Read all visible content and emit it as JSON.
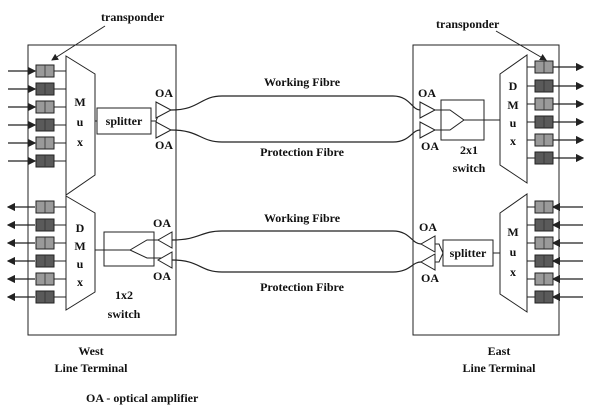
{
  "colors": {
    "background": "#ffffff",
    "line": "#222222",
    "transponder_fill": "#9a9a9a",
    "transponder_dark": "#5a5a5a"
  },
  "top_left_transponder_label": "transponder",
  "top_right_transponder_label": "transponder",
  "oa_label": "OA",
  "mux_letters": [
    "M",
    "u",
    "x"
  ],
  "dmux_letters": [
    "D",
    "M",
    "u",
    "x"
  ],
  "splitter_label": "splitter",
  "switch_2x1": [
    "2x1",
    "switch"
  ],
  "switch_1x2": [
    "1x2",
    "switch"
  ],
  "working_fibre_label": "Working Fibre",
  "protection_fibre_label": "Protection Fibre",
  "west_terminal": [
    "West",
    "Line Terminal"
  ],
  "east_terminal": [
    "East",
    "Line Terminal"
  ],
  "legend": "OA - optical amplifier",
  "icons": {
    "transponder": "transponder-icon",
    "amplifier": "optical-amplifier-icon",
    "arrow": "arrow-icon"
  }
}
